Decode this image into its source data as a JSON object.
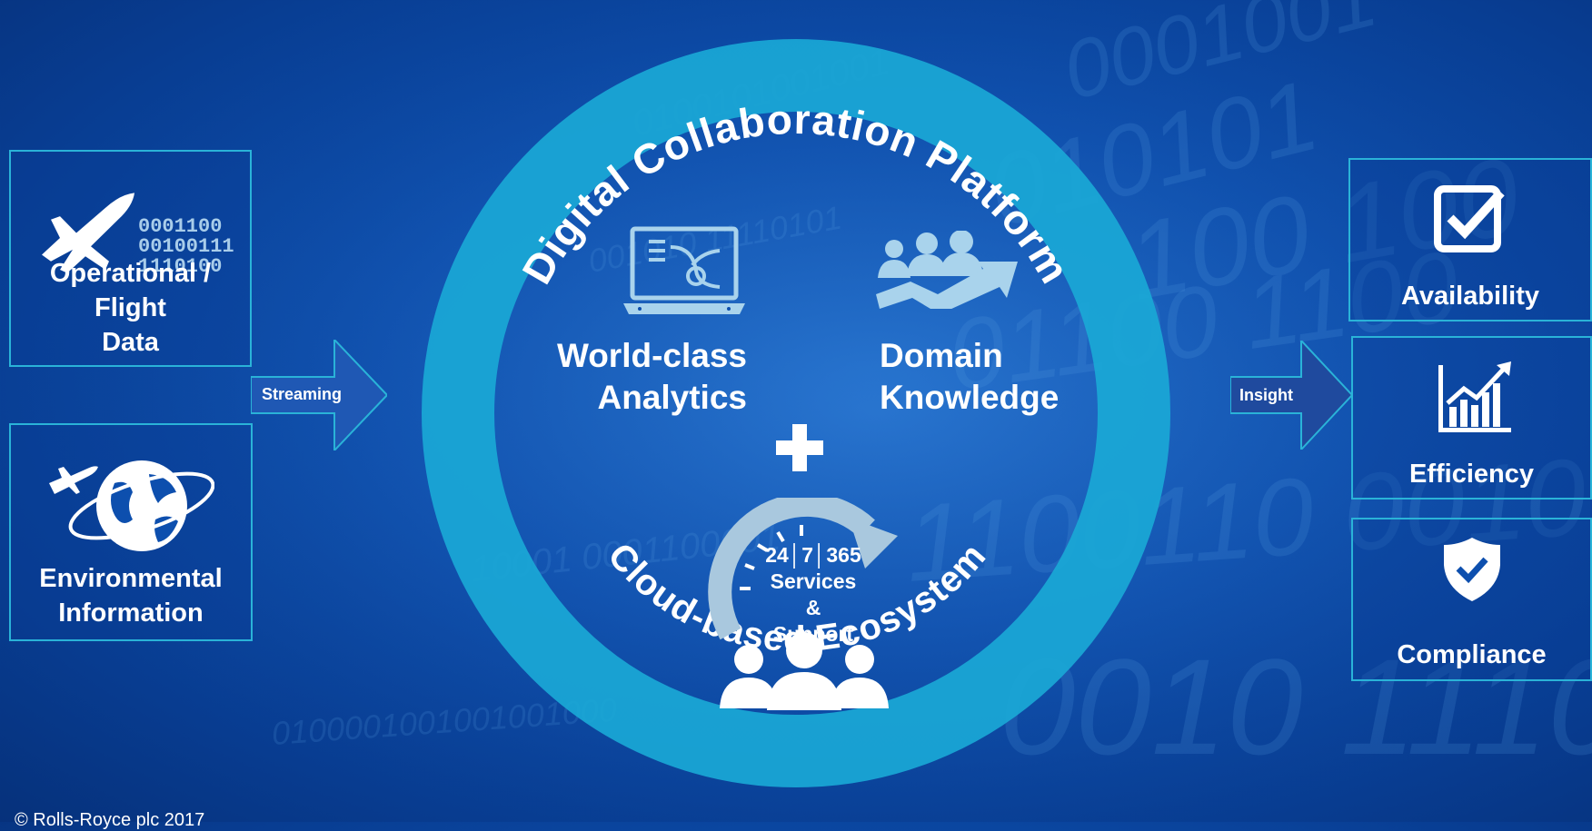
{
  "ring": {
    "top_text": "Digital Collaboration Platform",
    "bottom_text": "Cloud-based Ecosystem"
  },
  "inputs": {
    "operational": {
      "label_lines": [
        "Operational /",
        "Flight",
        "Data"
      ],
      "icon": "airplane-icon",
      "binary": [
        "0001100",
        "00100111",
        "1110100"
      ]
    },
    "environmental": {
      "label_lines": [
        "Environmental",
        "Information"
      ],
      "icon": "globe-airplane-icon"
    }
  },
  "arrows": {
    "streaming": "Streaming",
    "insight": "Insight"
  },
  "center": {
    "analytics": {
      "lines": [
        "World-class",
        "Analytics"
      ],
      "icon": "laptop-analytics-icon"
    },
    "domain": {
      "lines": [
        "Domain",
        "Knowledge"
      ],
      "icon": "team-growth-icon"
    },
    "plus": "+",
    "services": {
      "lines": [
        "24│7│365",
        "Services",
        "&",
        "Support"
      ],
      "icon": "support-team-clock-icon"
    }
  },
  "outputs": [
    {
      "label": "Availability",
      "icon": "checkbox-icon"
    },
    {
      "label": "Efficiency",
      "icon": "bar-chart-growth-icon"
    },
    {
      "label": "Compliance",
      "icon": "shield-check-icon"
    }
  ],
  "footer": {
    "copyright": "© Rolls-Royce plc 2017"
  },
  "colors": {
    "ring": "#1aa8d6",
    "box_border": "#2ab3d8",
    "arrow": "#1f58b4",
    "icon_light": "#a9d3ec"
  }
}
